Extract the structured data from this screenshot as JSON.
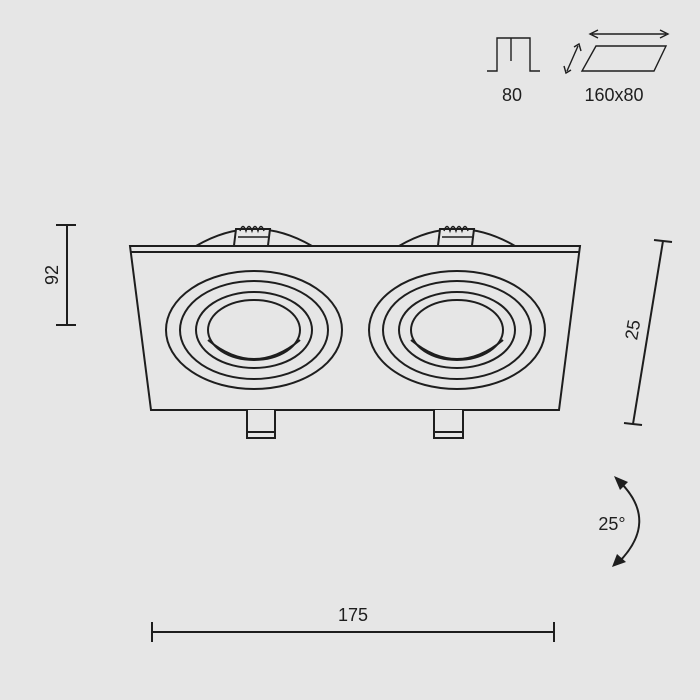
{
  "icons": {
    "cutout_depth": "80",
    "cutout_size": "160x80"
  },
  "dimensions": {
    "height": "92",
    "width": "175",
    "depth": "25",
    "tilt_angle": "25°"
  }
}
